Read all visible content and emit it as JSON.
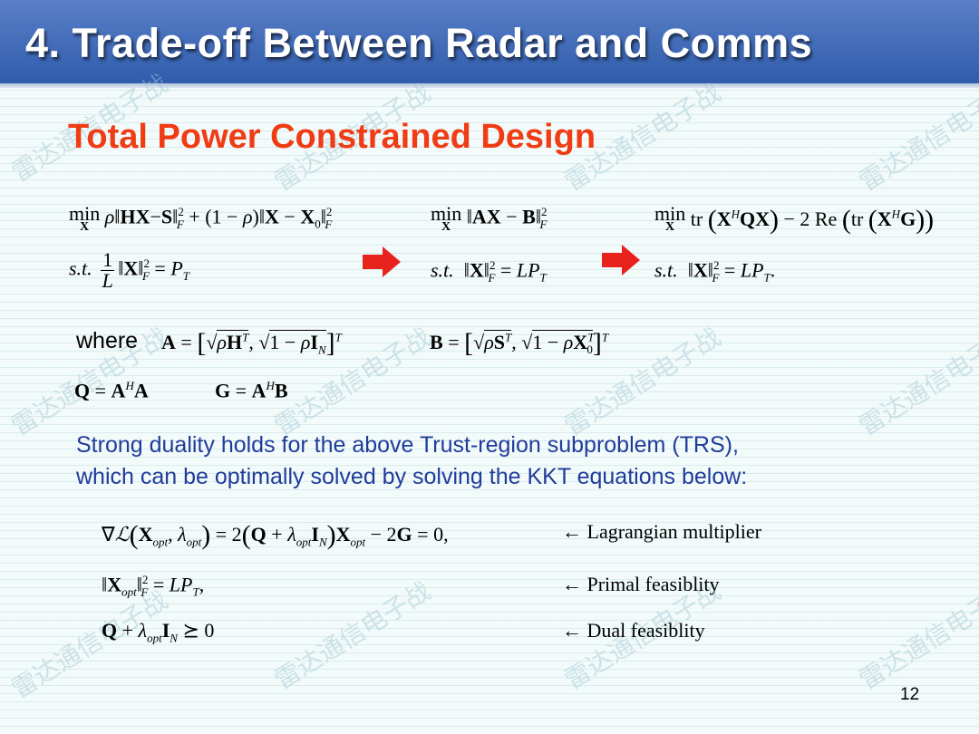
{
  "slide": {
    "title": "4. Trade-off Between Radar and Comms",
    "subtitle": "Total Power Constrained Design",
    "page_number": "12"
  },
  "arrow_color": "#e8231e",
  "watermark": "雷达通信电子战",
  "where_label": "where",
  "duality_text": {
    "line1": "Strong duality holds for the above Trust-region subproblem (TRS),",
    "line2": "which can be optimally solved by solving the KKT equations below:"
  },
  "kkt_labels": {
    "lagrangian": "← Lagrangian multiplier",
    "primal": "← Primal feasiblity",
    "dual": "← Dual feasiblity"
  }
}
